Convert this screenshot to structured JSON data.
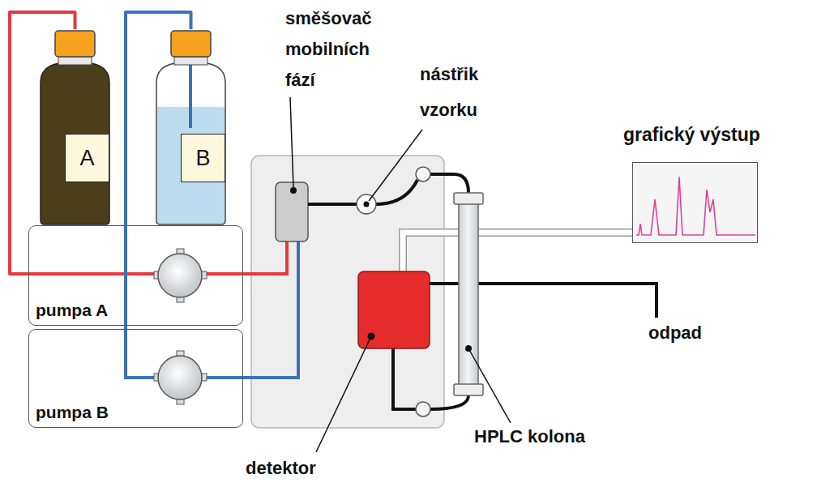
{
  "diagram": {
    "nodes": [
      {
        "text": [
          "A"
        ]
      },
      {
        "text": [
          "B"
        ]
      },
      {
        "text": [
          "grafický výstup"
        ]
      },
      {
        "text": [
          "pumpa A"
        ]
      },
      {
        "text": [
          "pumpa B"
        ]
      }
    ],
    "edges": [
      {
        "from": 0,
        "to": 3,
        "arrow": "none"
      },
      {
        "from": 1,
        "to": 4,
        "arrow": "none"
      }
    ],
    "labels": [
      "směšovač mobilních fází",
      "nástřik vzorku",
      "odpad",
      "HPLC kolona",
      "detektor"
    ]
  }
}
